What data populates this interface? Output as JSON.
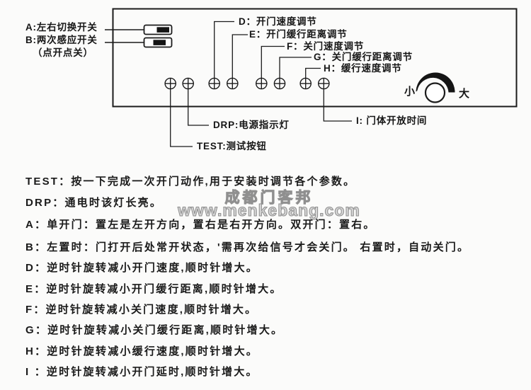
{
  "panel": {
    "switch_labels": {
      "a": "A:左右切换开关",
      "b": "B:两次感应开关",
      "b_sub": "（点开点关）"
    },
    "pot_labels": {
      "d": "D：开门速度调节",
      "e": "E：开门缓行距离调节",
      "f": "F：关门速度调节",
      "g": "G：关门缓行距离调节",
      "h": "H：缓行速度调节"
    },
    "below_labels": {
      "drp": "DRP:电源指示灯",
      "test": "TEST:测试按钮",
      "i": "I: 门体开放时间"
    },
    "knob": {
      "min_label": "小",
      "max_label": "大"
    }
  },
  "watermark": {
    "line1": "成都门客邦",
    "line2": "www.menkebang.com"
  },
  "notes": [
    "TEST：按一下完成一次开门动作,用于安装时调节各个参数。",
    "DRP：通电时该灯长亮。",
    "A：单开门：置左是左开方向，置右是右开方向。双开门：置右。",
    "B：左置时：门打开后处常开状态，'需再次给信号才会关门。 右置时，自动关门。",
    "D：逆时针旋转减小开门速度,顺时针增大。",
    "E：逆时针旋转减小开门缓行距离,顺时针增大。",
    "F：逆时针旋转减小关门速度,顺时针增大。",
    "G：逆时针旋转减小关门缓行距离,顺时针增大。",
    "H：逆时针旋转减小缓行速度,顺时针增大。",
    "I ：逆时针旋转减小开门延时,顺时针增大。"
  ],
  "colors": {
    "ink": "#1b1b1b",
    "watermark": "#9a9a9a",
    "background": "#fbfbfa"
  }
}
